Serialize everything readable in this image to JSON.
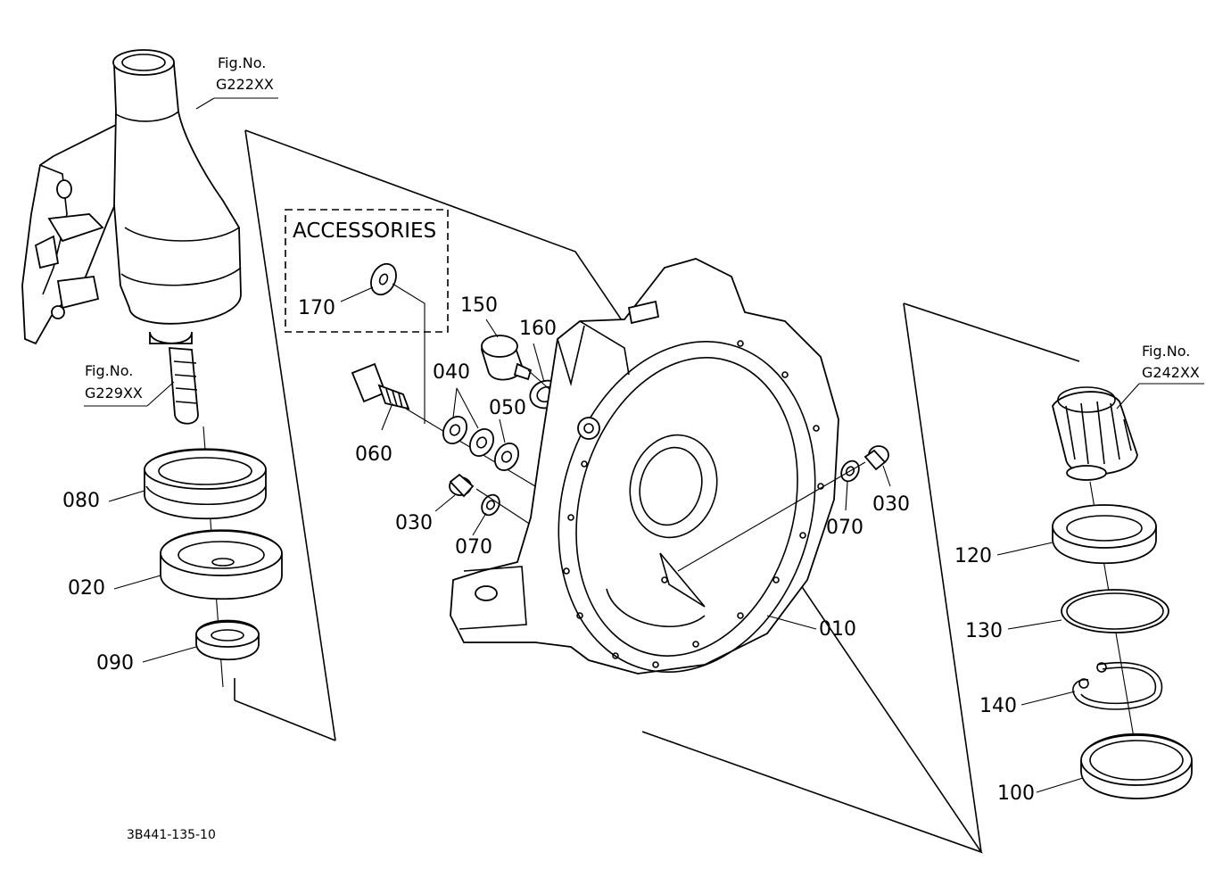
{
  "figure": {
    "code": "3B441-135-10",
    "accessories_title": "ACCESSORIES"
  },
  "references": [
    {
      "id": "ref-g222",
      "line1": "Fig.No.",
      "line2": "G222XX"
    },
    {
      "id": "ref-g229",
      "line1": "Fig.No.",
      "line2": "G229XX"
    },
    {
      "id": "ref-g242",
      "line1": "Fig.No.",
      "line2": "G242XX"
    }
  ],
  "callouts": [
    "010",
    "020",
    "030",
    "030",
    "040",
    "050",
    "060",
    "070",
    "070",
    "080",
    "090",
    "100",
    "120",
    "130",
    "140",
    "150",
    "160",
    "170"
  ]
}
